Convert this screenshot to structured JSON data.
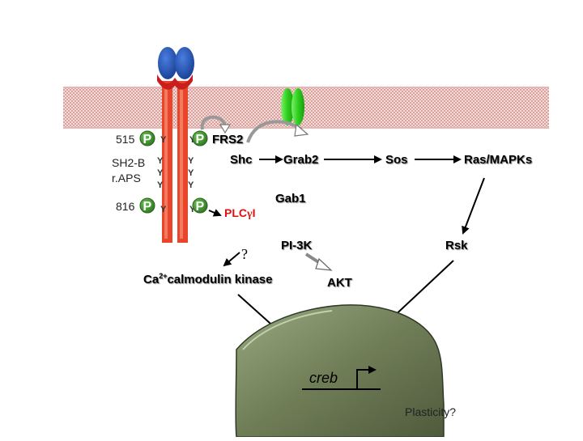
{
  "labels": {
    "site515": "515",
    "sh2b": "SH2-B",
    "raps": "r.APS",
    "site816": "816",
    "frs2": "FRS2",
    "shc": "Shc",
    "grab2": "Grab2",
    "sos": "Sos",
    "ras_mapks": "Ras/MAPKs",
    "gab1": "Gab1",
    "plc_prefix": "PLC",
    "plc_gamma": "γ",
    "plc_suffix": "I",
    "question": "?",
    "pi3k": "PI-3K",
    "rsk": "Rsk",
    "ca_prefix": "Ca",
    "ca_super": "2+",
    "ca_suffix": "calmodulin kinase",
    "akt": "AKT",
    "creb": "creb",
    "plasticity": "Plasticity?"
  },
  "phospho_symbol": "P",
  "tyrosine_symbol": "Y",
  "colors": {
    "membrane": "#d9a19b",
    "receptor": "#e8452b",
    "ligand_blue": "#1f4fae",
    "ligand_red": "#c81e1e",
    "green_protein": "#2ecf1e",
    "phospho_fill": "#3d8b2c",
    "nucleus": "#6f7d57",
    "plc_text": "#e01010"
  },
  "icons": [
    "membrane-band",
    "trk-receptor",
    "neurotrophin-ligand",
    "green-membrane-protein",
    "nucleus-shape",
    "promoter-arrow"
  ]
}
